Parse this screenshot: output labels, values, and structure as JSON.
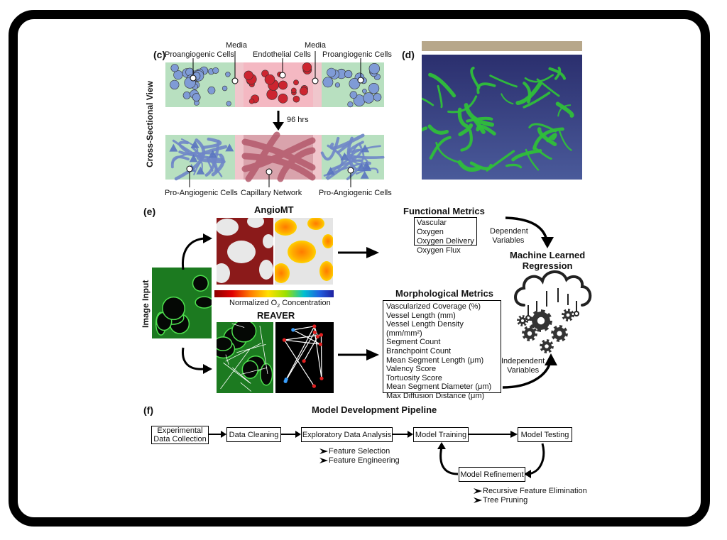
{
  "panel_c": {
    "label": "(c)",
    "side_title": "Cross-Sectional View",
    "top_labels": {
      "left": "Proangiogenic Cells",
      "media_left": "Media",
      "center": "Endothelial Cells",
      "media_right": "Media",
      "right": "Proangiogenic Cells"
    },
    "time_label": "96 hrs",
    "bottom_labels": {
      "left": "Pro-Angiogenic Cells",
      "center": "Capillary Network",
      "right": "Pro-Angiogenic Cells"
    }
  },
  "panel_d": {
    "label": "(d)"
  },
  "panel_e": {
    "label": "(e)",
    "image_input": "Image Input",
    "angiomt": "AngioMT",
    "colorbar_label_pre": "Normalized O",
    "colorbar_sub": "2",
    "colorbar_label_post": " Concentration",
    "reaver": "REAVER",
    "functional_title": "Functional Metrics",
    "functional_items": [
      "Vascular Oxygen",
      "Oxygen Delivery",
      "Oxygen Flux"
    ],
    "dependent": [
      "Dependent",
      "Variables"
    ],
    "ml_title": [
      "Machine Learned",
      "Regression"
    ],
    "morph_title": "Morphological Metrics",
    "morph_items": [
      "Vascularized Coverage (%)",
      "Vessel Length (mm)",
      "Vessel Length Density (mm/mm²)",
      "Segment Count",
      "Branchpoint Count",
      "Mean Segment Length (μm)",
      "Valency Score",
      "Tortuosity Score",
      "Mean Segment Diameter (μm)",
      "Max Diffusion Distance (μm)"
    ],
    "independent": [
      "Independent",
      "Variables"
    ]
  },
  "panel_f": {
    "label": "(f)",
    "title": "Model Development Pipeline",
    "steps": {
      "collection": [
        "Experimental",
        "Data Collection"
      ],
      "cleaning": "Data Cleaning",
      "eda": "Exploratory Data Analysis",
      "training": "Model Training",
      "testing": "Model Testing",
      "refinement": "Model Refinement"
    },
    "eda_sub": [
      "Feature Selection",
      "Feature Engineering"
    ],
    "refine_sub": [
      "Recursive Feature Elimination",
      "Tree Pruning"
    ]
  },
  "colors": {
    "matrix_green": "#b8e0c0",
    "media_pink": "#f0c6cc",
    "cell_blue": "#7f9bd6",
    "cell_red": "#cc2530",
    "vessel_green": "#2fbf3a",
    "vessel_bg": "#2a3670",
    "frame": "#000000"
  }
}
